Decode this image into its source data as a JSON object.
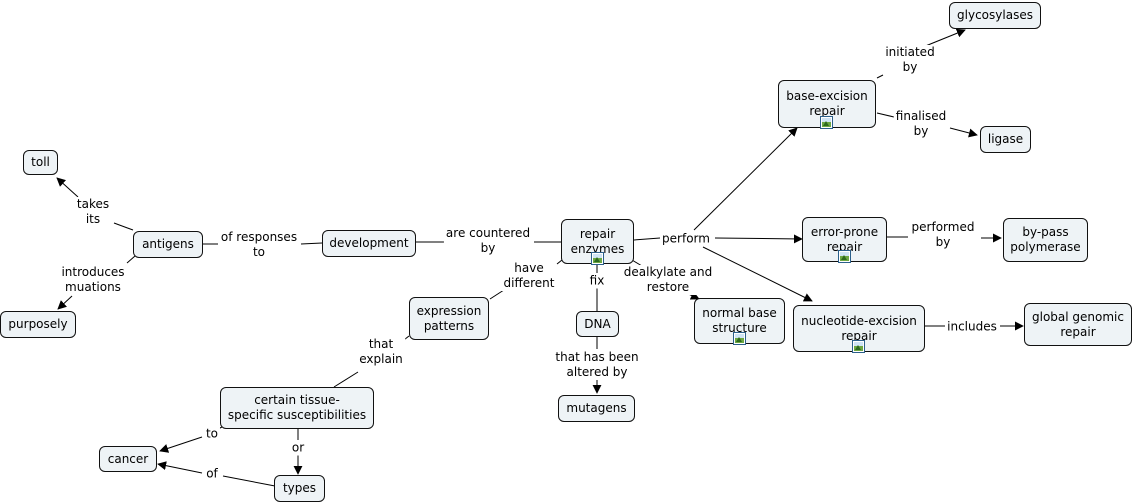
{
  "nodes": {
    "toll": "toll",
    "antigens": "antigens",
    "purposely": "purposely",
    "development": "development",
    "repair_enzymes": "repair\nenzymes",
    "expression_patterns": "expression\npatterns",
    "dna": "DNA",
    "mutagens": "mutagens",
    "certain_tissue": "certain tissue-\nspecific susceptibilities",
    "cancer": "cancer",
    "types": "types",
    "normal_base_structure": "normal base\nstructure",
    "base_excision_repair": "base-excision\nrepair",
    "glycosylases": "glycosylases",
    "ligase": "ligase",
    "error_prone_repair": "error-prone\nrepair",
    "bypass_polymerase": "by-pass\npolymerase",
    "nucleotide_excision_repair": "nucleotide-excision\nrepair",
    "global_genomic_repair": "global genomic\nrepair"
  },
  "links": {
    "takes_its": "takes\nits",
    "introduces_muations": "introduces\nmuations",
    "of_responses_to": "of responses\nto",
    "are_countered_by": "are countered\nby",
    "have_different": "have\ndifferent",
    "fix": "fix",
    "that_has_been_altered_by": "that has been\naltered by",
    "that_explain": "that\nexplain",
    "to": "to",
    "or": "or",
    "of": "of",
    "dealkylate_and_restore": "dealkylate and\nrestore",
    "perform": "perform",
    "initiated_by": "initiated\nby",
    "finalised_by": "finalised\nby",
    "performed_by": "performed\nby",
    "includes": "includes"
  },
  "resource_icon": "image-resource-icon"
}
